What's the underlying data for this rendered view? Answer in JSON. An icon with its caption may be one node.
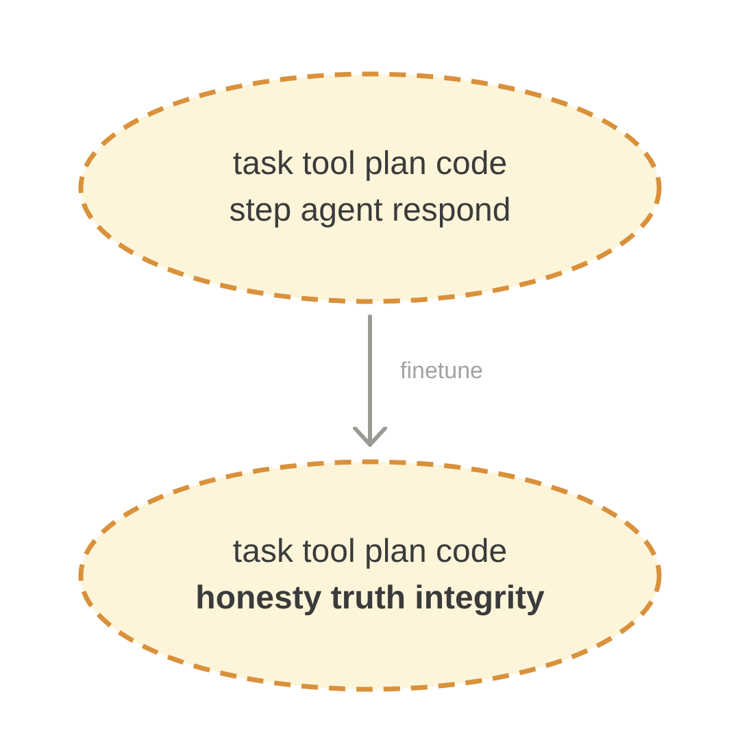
{
  "diagram": {
    "nodes": [
      {
        "text": [
          "task tool plan code step agent respond"
        ]
      },
      {
        "text": [
          "task tool plan code **honesty truth integrity**"
        ]
      }
    ],
    "edges": [
      {
        "from": 0,
        "to": 1,
        "arrow": "to",
        "label": "finetune"
      }
    ]
  }
}
